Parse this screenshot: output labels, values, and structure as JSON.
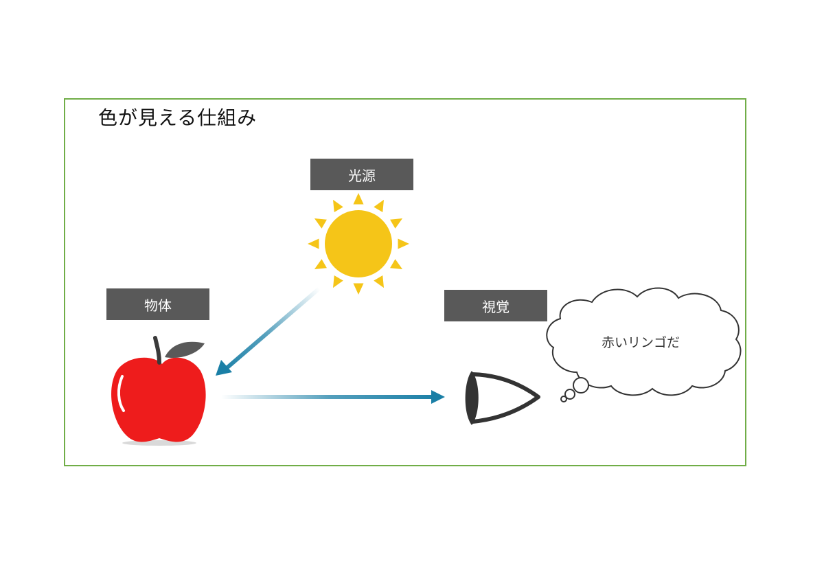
{
  "title": "色が見える仕組み",
  "labels": {
    "light_source": "光源",
    "object": "物体",
    "vision": "視覚"
  },
  "thought": "赤いリンゴだ",
  "icons": {
    "light_source": "sun-icon",
    "object": "apple-icon",
    "vision": "eye-icon",
    "thought": "thought-bubble-icon"
  },
  "colors": {
    "frame": "#70ad47",
    "label_bg": "#595959",
    "sun": "#f5c518",
    "apple": "#ee1c1c",
    "arrow": "#1a7fa6",
    "eye": "#333333"
  }
}
